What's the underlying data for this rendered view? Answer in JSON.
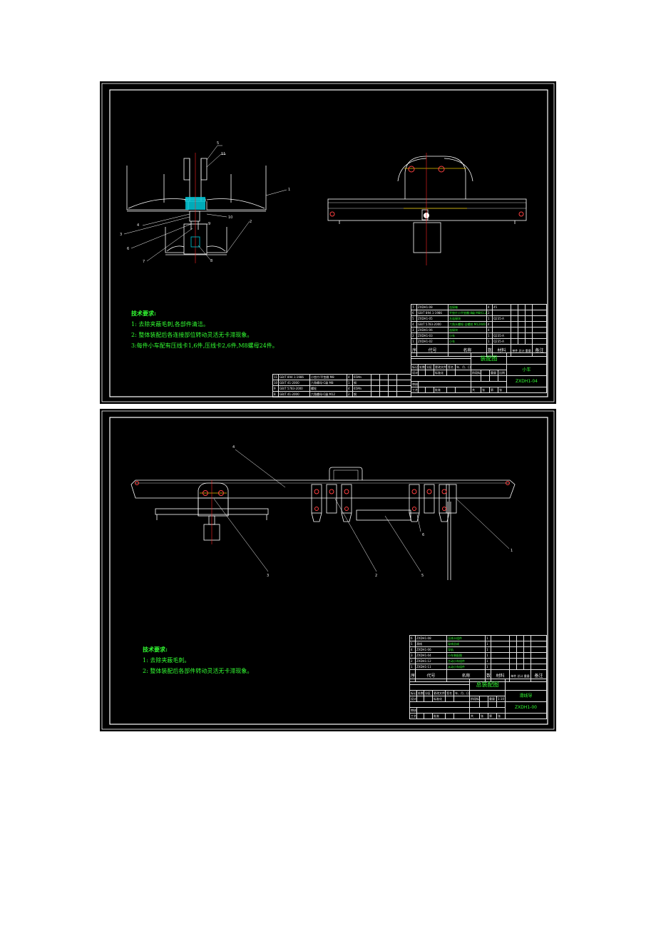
{
  "sheet1": {
    "notes": {
      "heading": "技术要求:",
      "lines": [
        "1: 去除夹蔽毛刺,各部件清洁。",
        "2: 整体装配后各连接部位转动灵活无卡滞现象。",
        "3:每件小车配有压线卡1,6件,压线卡2,6件,M8螺母24件。"
      ]
    },
    "callouts": [
      "1",
      "2",
      "3",
      "4",
      "5",
      "6",
      "7",
      "8",
      "9",
      "10",
      "11"
    ],
    "parts_list": [
      [
        "7",
        "ZXDH1-08",
        "连接轴",
        "4",
        "45"
      ],
      [
        "6",
        "GB/T 894.1-1986",
        "平垫片小平垫圈-8级 M8X1.25 8",
        "2",
        ""
      ],
      [
        "5",
        "ZXDH1-05",
        "左连接块",
        "1",
        "Q235-A"
      ],
      [
        "4",
        "GB/T 5783-2000",
        "六角头螺栓-全螺纹 M12X40 8",
        "4",
        ""
      ],
      [
        "3",
        "ZXDH1-06",
        "连接块",
        "4",
        ""
      ],
      [
        "2",
        "ZXDH1-03",
        "小车",
        "1",
        "Q235-A"
      ],
      [
        "1",
        "ZXDH1-02",
        "小车",
        "1",
        "Q235-A"
      ]
    ],
    "list_header": [
      "序号",
      "代号",
      "名称",
      "数量",
      "材料",
      "单件 总计 重量",
      "备注"
    ],
    "extra_list": [
      [
        "11",
        "GB/T 894.1-1986",
        "小垫片/平垫圈 M8",
        "4",
        "65Mn"
      ],
      [
        "10",
        "GB/T 41-2000",
        "六角螺母-C级 M8",
        "1",
        "钢"
      ],
      [
        "9",
        "GB/T 5783-2000",
        "螺栓",
        "4",
        "65Mn"
      ],
      [
        "8",
        "GB/T 41-2000",
        "六角螺母-C级 M12",
        "2",
        "钢"
      ]
    ],
    "title": "装配图",
    "subject": "小车",
    "drawing_no": "ZXDH1-04",
    "sign_rows": [
      "标记",
      "处数",
      "分区",
      "更改文件号",
      "签名",
      "年、月、日",
      "设计",
      "标准化",
      "阶段标记",
      "重量",
      "比例",
      "审核",
      "工艺",
      "批准",
      "共",
      "张",
      "第",
      "张"
    ]
  },
  "sheet2": {
    "notes": {
      "heading": "技术要求:",
      "lines": [
        "1: 去除夹蔽毛刺。",
        "2: 整体装配后各部件转动灵活无卡滞现象。"
      ]
    },
    "callouts": [
      "4",
      "1",
      "2",
      "3",
      "6",
      "5"
    ],
    "parts_list": [
      [
        "6",
        "ZXDH1-08",
        "压线卡组件",
        "1",
        ""
      ],
      [
        "5",
        "滑线",
        "导线总成",
        "1",
        ""
      ],
      [
        "4",
        "ZXDH1-06",
        "导轨",
        "1",
        ""
      ],
      [
        "3",
        "ZXDH1-04",
        "小车装配图",
        "1",
        ""
      ],
      [
        "2",
        "ZXDH1-12",
        "主动小车组件",
        "1",
        ""
      ],
      [
        "1",
        "ZXDH1-11",
        "从动小车组件",
        "1",
        ""
      ]
    ],
    "list_header": [
      "序号",
      "代号",
      "名称",
      "数量",
      "材料",
      "单件 总计 重量",
      "备注"
    ],
    "title": "总装配图",
    "subject": "滑线导",
    "drawing_no": "ZXDH1-00",
    "scale": "1:10"
  },
  "colors": {
    "line": "#ffffff",
    "accent_yellow": "#e6c200",
    "center_red": "#ff2020",
    "text_green": "#33ff33",
    "hatch_cyan": "#00c8d8",
    "bolt_red": "#ff4040"
  }
}
